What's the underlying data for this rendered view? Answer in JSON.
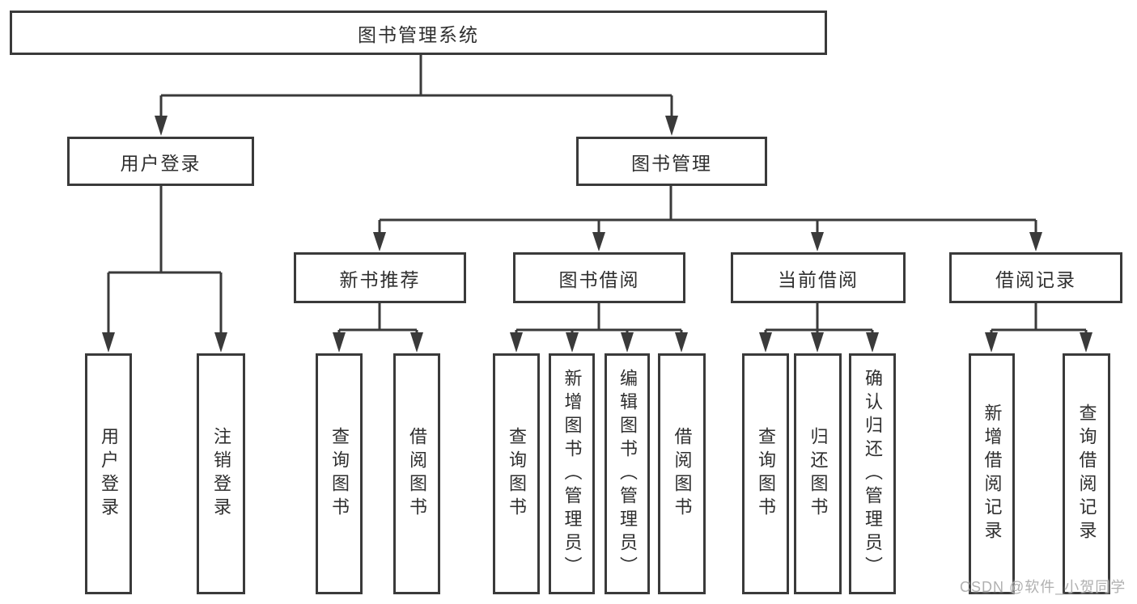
{
  "tree": {
    "label": "图书管理系统",
    "children": [
      {
        "label": "用户登录",
        "children": [
          {
            "label": "用户登录"
          },
          {
            "label": "注销登录"
          }
        ]
      },
      {
        "label": "图书管理",
        "children": [
          {
            "label": "新书推荐",
            "children": [
              {
                "label": "查询图书"
              },
              {
                "label": "借阅图书"
              }
            ]
          },
          {
            "label": "图书借阅",
            "children": [
              {
                "label": "查询图书"
              },
              {
                "label": "新增图书（管理员）"
              },
              {
                "label": "编辑图书（管理员）"
              },
              {
                "label": "借阅图书"
              }
            ]
          },
          {
            "label": "当前借阅",
            "children": [
              {
                "label": "查询图书"
              },
              {
                "label": "归还图书"
              },
              {
                "label": "确认归还（管理员）"
              }
            ]
          },
          {
            "label": "借阅记录",
            "children": [
              {
                "label": "新增借阅记录"
              },
              {
                "label": "查询借阅记录"
              }
            ]
          }
        ]
      }
    ]
  },
  "watermark": {
    "text": "CSDN @软件_小贺同学"
  },
  "colors": {
    "line": "#3a3a3a",
    "text": "#2f2f2f",
    "box_background": "#ffffff",
    "watermark": "#b0b0b0"
  }
}
